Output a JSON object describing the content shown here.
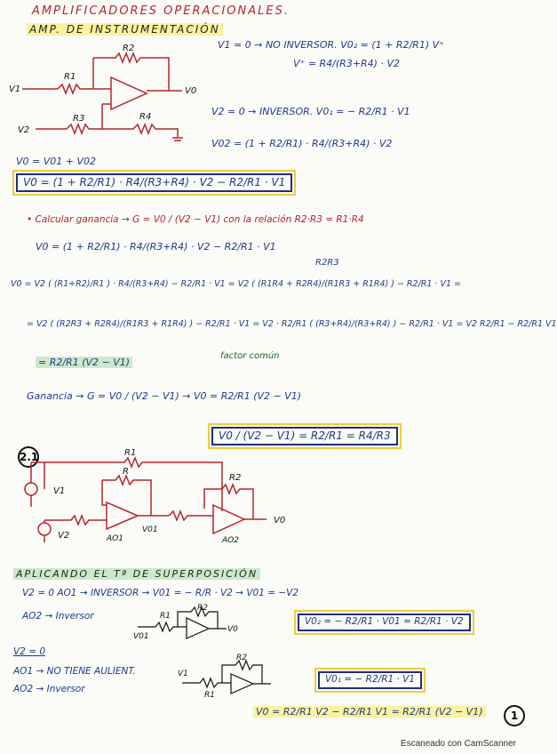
{
  "header": {
    "title": "AMPLIFICADORES OPERACIONALES.",
    "section1": "AMP. DE INSTRUMENTACIÓN"
  },
  "circuit1": {
    "labels": {
      "R2": "R2",
      "R1": "R1",
      "R3": "R3",
      "R4": "R4",
      "V1": "V1",
      "V2": "V2",
      "V0": "V0"
    }
  },
  "notes_right": {
    "line1": "V1 = 0  → NO INVERSOR.   V0₂ = (1 + R2/R1) V⁺",
    "line2": "V⁺ = R4/(R3+R4) · V2",
    "line3": "V2 = 0  → INVERSOR.   V0₁ = − R2/R1 · V1",
    "line4": "V02 = (1 + R2/R1) · R4/(R3+R4) · V2"
  },
  "sum_line": "V0 = V01 + V02",
  "boxed_eq1": "V0 = (1 + R2/R1) · R4/(R3+R4) · V2  −  R2/R1 · V1",
  "gain_section": {
    "line1": "• Calcular ganancia  →  G = V0 / (V2 − V1)      con la relación  R2·R3 = R1·R4",
    "line2": "V0 = (1 + R2/R1) · R4/(R3+R4) · V2  −  R2/R1 · V1",
    "line3": "V0 = V2 ( (R1+R2)/R1 ) · R4/(R3+R4)  −  R2/R1 · V1  =  V2 ( (R1R4 + R2R4)/(R1R3 + R1R4) )  −  R2/R1 · V1  =",
    "annot_r2r3": "R2R3",
    "line4": "= V2 ( (R2R3 + R2R4)/(R1R3 + R1R4) )  −  R2/R1 · V1  =  V2 · R2/R1 ( (R3+R4)/(R3+R4) )  −  R2/R1 · V1  =  V2 R2/R1 − R2/R1 V1",
    "factor_comun": "factor común",
    "line5": "= R2/R1 (V2 − V1)",
    "line6": "Ganancia  →  G = V0 / (V2 − V1)        →  V0 = R2/R1 (V2 − V1)",
    "boxed_eq2": "V0 / (V2 − V1)  =  R2/R1  =  R4/R3"
  },
  "exercise": {
    "number": "2.1",
    "labels": {
      "R1": "R1",
      "R": "R",
      "R2": "R2",
      "V1": "V1",
      "V2": "V2",
      "AO1": "AO1",
      "AO2": "AO2",
      "V01": "V01",
      "V0": "V0"
    }
  },
  "superposition": {
    "title": "APLICANDO EL Tª DE SUPERPOSICIÓN",
    "line1": "V2 = 0   AO1 → INVERSOR  → V01 = − R/R · V2   → V01 = −V2",
    "line2": "AO2 → Inversor",
    "line2_eq": "V0₂ = − R2/R1 · V01 = R2/R1 · V2",
    "line3": "V2 = 0",
    "line4": "AO1 → NO TIENE AULIENT.",
    "line5": "AO2 → Inversor",
    "line5_eq": "V0₁ = − R2/R1 · V1",
    "final_eq": "V0 = R2/R1 V2 − R2/R1 V1 = R2/R1 (V2 − V1)",
    "page_number": "1",
    "mini_labels": {
      "R1": "R1",
      "R2": "R2",
      "V01": "V01",
      "V0": "V0",
      "V1": "V1"
    }
  },
  "footer": "Escaneado con CamScanner"
}
